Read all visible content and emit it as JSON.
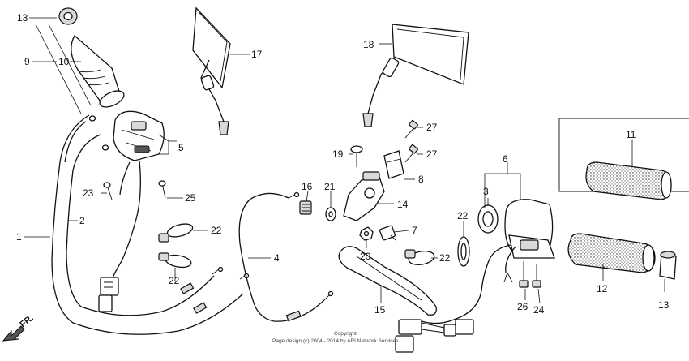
{
  "diagram": {
    "copyright_line1": "Copyright",
    "copyright_line2": "Page design (c) 2004 - 2014 by ARI Network Services",
    "direction_label": "FR.",
    "callouts": {
      "c1": "1",
      "c2": "2",
      "c3": "3",
      "c4": "4",
      "c5": "5",
      "c6": "6",
      "c7": "7",
      "c8": "8",
      "c9": "9",
      "c10": "10",
      "c11": "11",
      "c12": "12",
      "c13a": "13",
      "c13b": "13",
      "c14": "14",
      "c15": "15",
      "c16": "16",
      "c17": "17",
      "c18": "18",
      "c19": "19",
      "c20": "20",
      "c21": "21",
      "c22a": "22",
      "c22b": "22",
      "c22c": "22",
      "c22d": "22",
      "c23": "23",
      "c24": "24",
      "c25": "25",
      "c26": "26",
      "c27a": "27",
      "c27b": "27"
    }
  }
}
